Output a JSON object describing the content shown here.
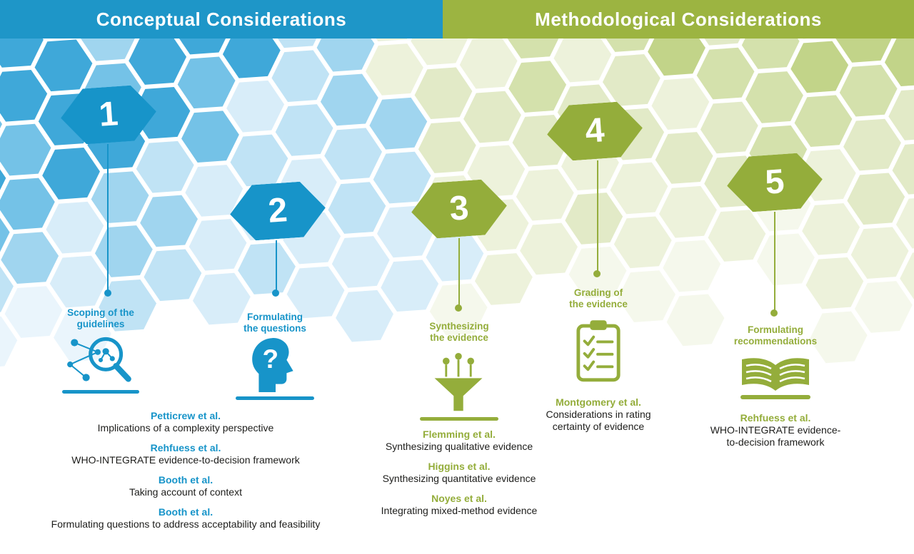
{
  "header": {
    "left": "Conceptual Considerations",
    "right": "Methodological Considerations"
  },
  "colors": {
    "blue": "#1794c9",
    "green": "#94ad3b",
    "header_blue": "#1e96c8",
    "header_green": "#9cb441",
    "text_dark": "#1d1d1b"
  },
  "steps": [
    {
      "number": "1",
      "title": "Scoping of the\nguidelines",
      "icon": "magnifier-network-icon"
    },
    {
      "number": "2",
      "title": "Formulating\nthe questions",
      "icon": "head-question-icon"
    },
    {
      "number": "3",
      "title": "Synthesizing\nthe evidence",
      "icon": "funnel-icon"
    },
    {
      "number": "4",
      "title": "Grading of\nthe evidence",
      "icon": "clipboard-checklist-icon"
    },
    {
      "number": "5",
      "title": "Formulating\nrecommendations",
      "icon": "open-book-icon"
    }
  ],
  "references": {
    "conceptual": [
      {
        "authors": "Petticrew et al.",
        "title": "Implications of a complexity perspective"
      },
      {
        "authors": "Rehfuess et al.",
        "title": "WHO-INTEGRATE evidence-to-decision framework"
      },
      {
        "authors": "Booth et al.",
        "title": "Taking account of context"
      },
      {
        "authors": "Booth et al.",
        "title": "Formulating questions to address acceptability and feasibility"
      }
    ],
    "synthesis": [
      {
        "authors": "Flemming et al.",
        "title": "Synthesizing qualitative evidence"
      },
      {
        "authors": "Higgins et al.",
        "title": "Synthesizing quantitative evidence"
      },
      {
        "authors": "Noyes et al.",
        "title": "Integrating mixed-method evidence"
      }
    ],
    "grading": [
      {
        "authors": "Montgomery et al.",
        "title": "Considerations in rating\ncertainty of evidence"
      }
    ],
    "recommendations": [
      {
        "authors": "Rehfuess et al.",
        "title": "WHO-INTEGRATE evidence-\nto-decision framework"
      }
    ]
  }
}
